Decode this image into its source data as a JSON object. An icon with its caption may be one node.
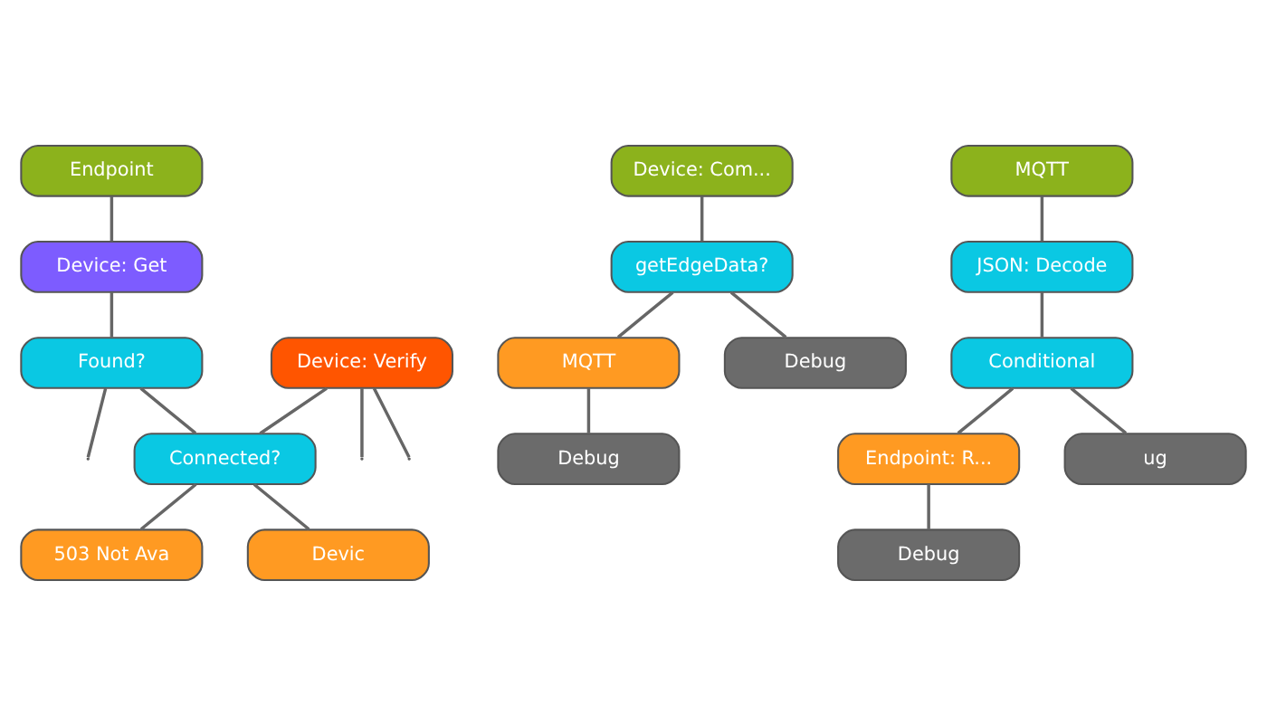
{
  "diagram": {
    "nodes": [
      {
        "text": [
          "Endpoint"
        ]
      },
      {
        "text": [
          "Device: Get"
        ]
      },
      {
        "text": [
          "Found?"
        ]
      },
      {
        "text": [
          "Device: Verify"
        ]
      },
      {
        "text": [
          "Connected?"
        ]
      },
      {
        "text": [
          "503 Not Ava"
        ]
      },
      {
        "text": [
          "Devic"
        ]
      },
      {
        "text": [
          "Device: Com..."
        ]
      },
      {
        "text": [
          "getEdgeData?"
        ]
      },
      {
        "text": [
          "MQTT"
        ]
      },
      {
        "text": [
          "Debug"
        ]
      },
      {
        "text": [
          "Debug"
        ]
      },
      {
        "text": [
          "MQTT"
        ]
      },
      {
        "text": [
          "JSON: Decode"
        ]
      },
      {
        "text": [
          "Conditional"
        ]
      },
      {
        "text": [
          "Endpoint: R..."
        ]
      },
      {
        "text": [
          "ug"
        ]
      },
      {
        "text": [
          "Debug"
        ]
      }
    ],
    "edges": [
      {
        "from": 0,
        "to": 1,
        "arrow": "none"
      },
      {
        "from": 1,
        "to": 2,
        "arrow": "none"
      },
      {
        "from": 2,
        "to": null,
        "arrow": "none"
      },
      {
        "from": 2,
        "to": 4,
        "arrow": "none"
      },
      {
        "from": 3,
        "to": null,
        "arrow": "none"
      },
      {
        "from": 3,
        "to": null,
        "arrow": "none"
      },
      {
        "from": 3,
        "to": 4,
        "arrow": "none"
      },
      {
        "from": 4,
        "to": 5,
        "arrow": "none"
      },
      {
        "from": 4,
        "to": 6,
        "arrow": "none"
      },
      {
        "from": 7,
        "to": 8,
        "arrow": "none"
      },
      {
        "from": 8,
        "to": 10,
        "arrow": "none"
      },
      {
        "from": 8,
        "to": 9,
        "arrow": "none"
      },
      {
        "from": 9,
        "to": 11,
        "arrow": "none"
      },
      {
        "from": 12,
        "to": 13,
        "arrow": "none"
      },
      {
        "from": 13,
        "to": 14,
        "arrow": "none"
      },
      {
        "from": 14,
        "to": 16,
        "arrow": "none"
      },
      {
        "from": 14,
        "to": 15,
        "arrow": "none"
      },
      {
        "from": 15,
        "to": 17,
        "arrow": "none"
      }
    ]
  }
}
